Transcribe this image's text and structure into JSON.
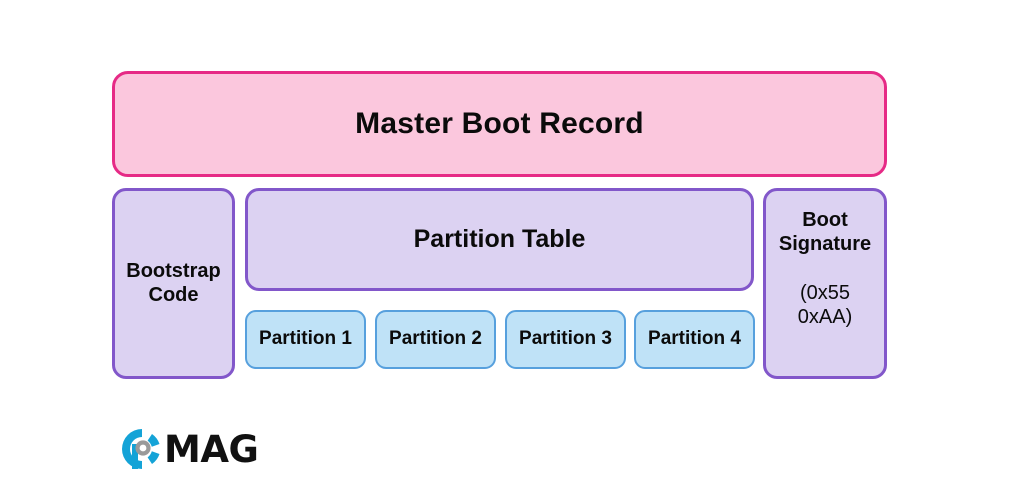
{
  "diagram": {
    "title": "Master Boot Record",
    "mbr": {
      "label": "Master Boot Record",
      "fill": "#fbc7dd",
      "border": "#e62a86"
    },
    "bootstrap": {
      "label": "Bootstrap\nCode",
      "line1": "Bootstrap",
      "line2": "Code",
      "fill": "#dcd2f2",
      "border": "#8257ca"
    },
    "partition_table": {
      "label": "Partition Table",
      "fill": "#dcd2f2",
      "border": "#8257ca"
    },
    "partitions": [
      {
        "label": "Partition 1"
      },
      {
        "label": "Partition 2"
      },
      {
        "label": "Partition 3"
      },
      {
        "label": "Partition 4"
      }
    ],
    "partition_style": {
      "fill": "#bfe2f7",
      "border": "#57a0dd"
    },
    "boot_signature": {
      "title_line1": "Boot",
      "title_line2": "Signature",
      "value_line1": "(0x55",
      "value_line2": "0xAA)",
      "fill": "#dcd2f2",
      "border": "#8257ca"
    }
  },
  "logo": {
    "wordmark": "MAG",
    "mark_name": "cmag-circle-logo",
    "mark_color": "#14a3d7",
    "mark_inner_color": "#9a9a9a",
    "wordmark_color": "#111111"
  }
}
